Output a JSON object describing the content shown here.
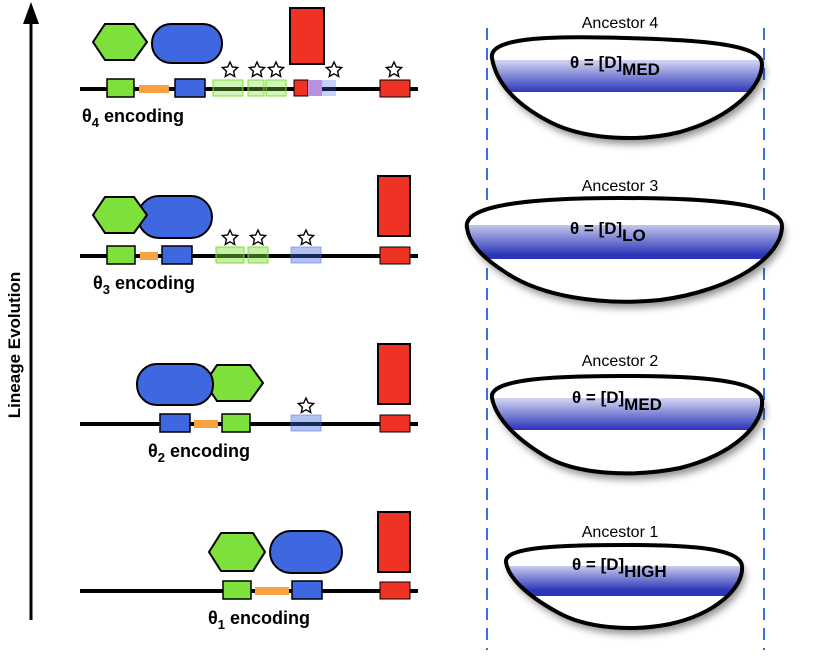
{
  "axis": {
    "label": "Lineage Evolution"
  },
  "rows": [
    {
      "id": 4,
      "ancestor": "Ancestor 4",
      "enc_base": "θ",
      "enc_sub": "4",
      "enc_suffix": " encoding",
      "theta_prefix": "θ = [D]",
      "theta_sub": "MED"
    },
    {
      "id": 3,
      "ancestor": "Ancestor 3",
      "enc_base": "θ",
      "enc_sub": "3",
      "enc_suffix": " encoding",
      "theta_prefix": "θ = [D]",
      "theta_sub": "LO"
    },
    {
      "id": 2,
      "ancestor": "Ancestor 2",
      "enc_base": "θ",
      "enc_sub": "2",
      "enc_suffix": " encoding",
      "theta_prefix": "θ = [D]",
      "theta_sub": "MED"
    },
    {
      "id": 1,
      "ancestor": "Ancestor 1",
      "enc_base": "θ",
      "enc_sub": "1",
      "enc_suffix": " encoding",
      "theta_prefix": "θ = [D]",
      "theta_sub": "HIGH"
    }
  ],
  "colors": {
    "green": "#7ee03a",
    "blue": "#3f67e0",
    "orange": "#f7a040",
    "red": "#ee3324",
    "band": "#2a35b8",
    "dashed": "#3b6fdb"
  }
}
